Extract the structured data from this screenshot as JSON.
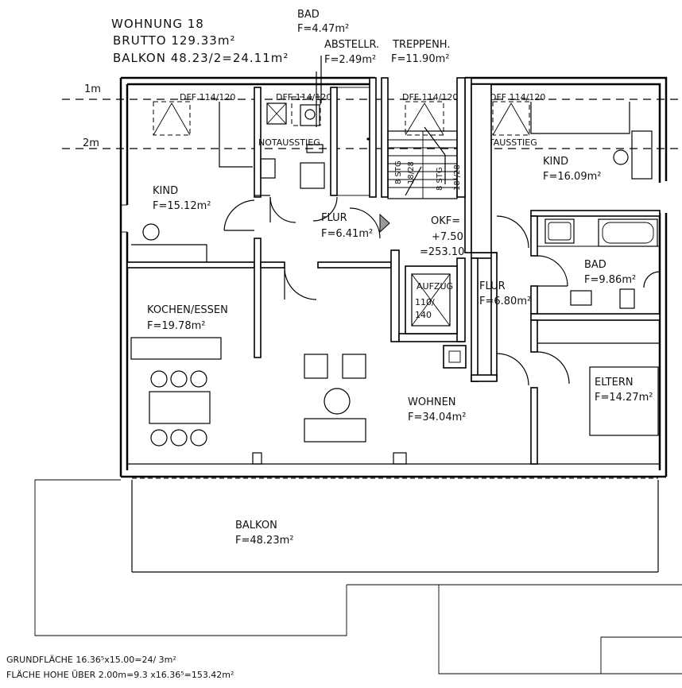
{
  "header": {
    "line1": "WOHNUNG 18",
    "line2": "BRUTTO 129.33m²",
    "line3": "BALKON 48.23/2=24.11m²"
  },
  "levels": {
    "m1": "1m",
    "m2": "2m"
  },
  "rooms": {
    "bad_top": {
      "name": "BAD",
      "area": "F=4.47m²"
    },
    "abstell": {
      "name": "ABSTELLR.",
      "area": "F=2.49m²"
    },
    "treppenh": {
      "name": "TREPPENH.",
      "area": "F=11.90m²"
    },
    "kind_left": {
      "name": "KIND",
      "area": "F=15.12m²"
    },
    "kind_right": {
      "name": "KIND",
      "area": "F=16.09m²"
    },
    "flur_left": {
      "name": "FLUR",
      "area": "F=6.41m²"
    },
    "flur_right": {
      "name": "FLUR",
      "area": "F=6.80m²"
    },
    "bad_right": {
      "name": "BAD",
      "area": "F=9.86m²"
    },
    "kochen": {
      "name": "KOCHEN/ESSEN",
      "area": "F=19.78m²"
    },
    "wohnen": {
      "name": "WOHNEN",
      "area": "F=34.04m²"
    },
    "eltern": {
      "name": "ELTERN",
      "area": "F=14.27m²"
    },
    "balkon": {
      "name": "BALKON",
      "area": "F=48.23m²"
    }
  },
  "windows": {
    "dff1": "DFF 114/120",
    "dff2": "DFF 114/120",
    "dff3": "DFF 114/120",
    "dff4": "DFF 114/120"
  },
  "exits": {
    "notausstieg1": "NOTAUSSTIEG",
    "notausstieg2": "NOTAUSSTIEG"
  },
  "stairs": {
    "stg1": "8 STG",
    "ratio1": "18/28",
    "stg2": "8 STG",
    "ratio2": "18¹/28"
  },
  "okf": {
    "l1": "OKF=",
    "l2": "+7.50",
    "l3": "=253.10"
  },
  "aufzug": {
    "l1": "AUFZUG",
    "l2": "110/",
    "l3": "140"
  },
  "footer": {
    "line1": "GRUNDFLÄCHE 16.36⁵x15.00=24/  3m²",
    "line2": "FLÄCHE HOHE ÜBER 2.00m=9.3  x16.36⁵=153.42m²"
  }
}
